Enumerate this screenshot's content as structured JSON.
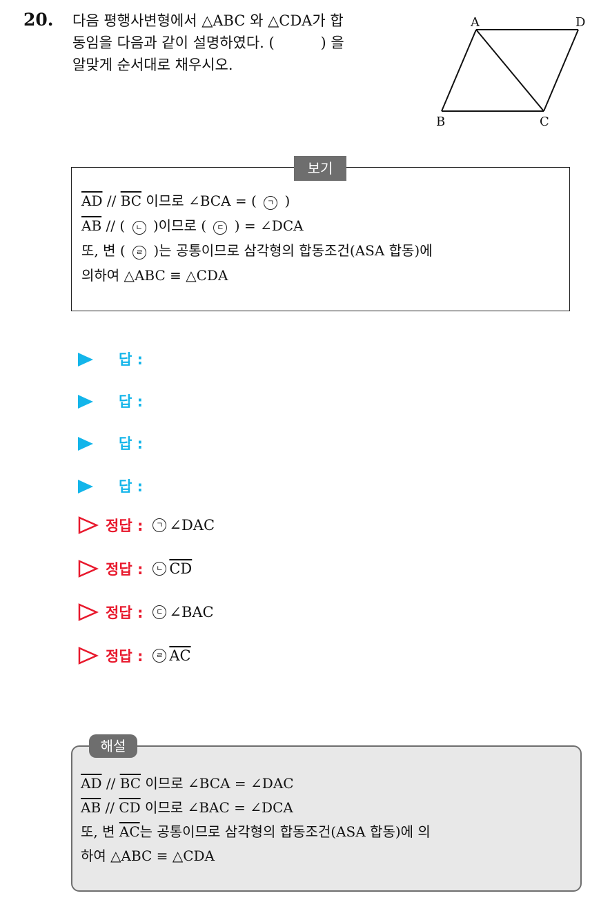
{
  "question": {
    "number": "20.",
    "lines": [
      "다음 평행사변형에서 △ABC 와 △CDA가 합",
      "동임을 다음과 같이 설명하였다. (          ) 을",
      "알맞게 순서대로 채우시오."
    ]
  },
  "figure": {
    "vertex_labels": {
      "A": "A",
      "B": "B",
      "C": "C",
      "D": "D"
    }
  },
  "bogi": {
    "label": "보기",
    "line1": {
      "seg1": "AD",
      "par": "//",
      "seg2": "BC",
      "text": "이므로 ∠BCA = (",
      "mark": "ㄱ",
      "close": ")"
    },
    "line2": {
      "seg1": "AB",
      "par": "//",
      "open": "(",
      "mark1": "ㄴ",
      "mid": ")이므로 (",
      "mark2": "ㄷ",
      "tail": ") = ∠DCA"
    },
    "line3": {
      "pre": "또, 변 (",
      "mark": "ㄹ",
      "post": ")는 공통이므로 삼각형의 합동조건(ASA 합동)에"
    },
    "line4": "의하여 △ABC ≡ △CDA"
  },
  "answer_label": "답 :",
  "answers_count_display": [
    "답 :",
    "답 :",
    "답 :",
    "답 :"
  ],
  "correct": {
    "label": "정답 :",
    "items": [
      {
        "mark": "ㄱ",
        "value": "∠DAC",
        "overline": false
      },
      {
        "mark": "ㄴ",
        "value": "CD",
        "overline": true
      },
      {
        "mark": "ㄷ",
        "value": "∠BAC",
        "overline": false
      },
      {
        "mark": "ㄹ",
        "value": "AC",
        "overline": true
      }
    ]
  },
  "haeseol": {
    "label": "해설",
    "line1": {
      "seg1": "AD",
      "par": "//",
      "seg2": "BC",
      "text": "이므로 ∠BCA = ∠DAC"
    },
    "line2": {
      "seg1": "AB",
      "par": "//",
      "seg2": "CD",
      "text": "이므로 ∠BAC = ∠DCA"
    },
    "line3": {
      "pre": "또, 변",
      "seg": "AC",
      "post": "는 공통이므로 삼각형의 합동조건(ASA 합동)에 의"
    },
    "line4": "하여 △ABC ≡ △CDA"
  },
  "colors": {
    "answer": "#13b5ea",
    "correct": "#e8182c",
    "label_bg": "#6e6e6e",
    "haeseol_bg": "#e8e8e8"
  }
}
